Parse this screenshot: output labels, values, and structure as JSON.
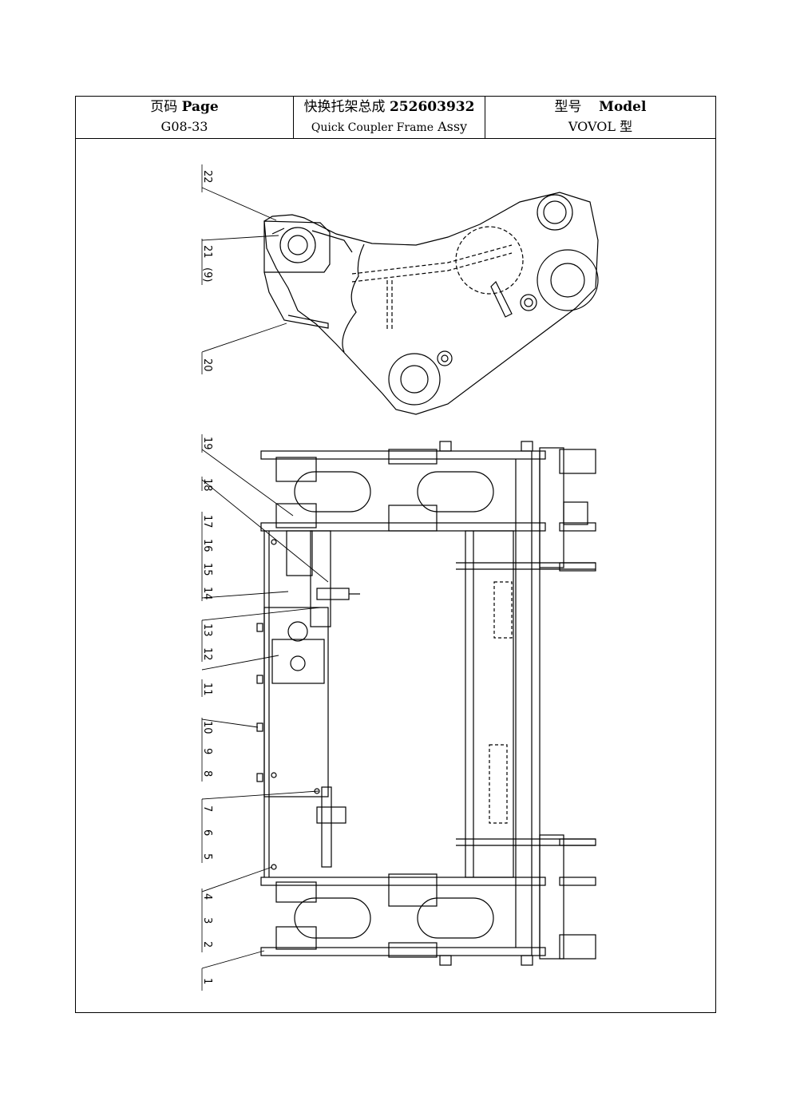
{
  "header": {
    "page_label_cn": "页码",
    "page_label_en": "Page",
    "page_number": "G08-33",
    "title_cn": "快换托架总成",
    "part_number": "252603932",
    "title_en": "Quick Coupler Frame",
    "title_en_suffix": "Assy",
    "model_label_cn": "型号",
    "model_label_en": "Model",
    "model_value": "VOVOL 型"
  },
  "callouts": {
    "c1": "1",
    "c2": "2",
    "c3": "3",
    "c4": "4",
    "c5": "5",
    "c6": "6",
    "c7": "7",
    "c8": "8",
    "c9": "9",
    "c10": "10",
    "c11": "11",
    "c12": "12",
    "c13": "13",
    "c14": "14",
    "c15": "15",
    "c16": "16",
    "c17": "17",
    "c18": "18",
    "c19": "19",
    "c20": "20",
    "c21": "21",
    "c9b": "(9)",
    "c22": "22"
  }
}
